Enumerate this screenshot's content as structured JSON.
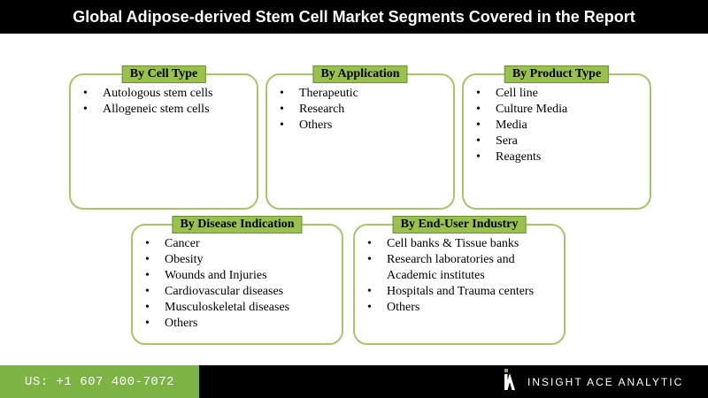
{
  "header": {
    "title": "Global Adipose-derived Stem Cell Market Segments Covered in the Report"
  },
  "segments": [
    {
      "title": "By Cell Type",
      "items": [
        "Autologous stem cells",
        "Allogeneic stem cells"
      ]
    },
    {
      "title": "By Application",
      "items": [
        "Therapeutic",
        "Research",
        "Others"
      ]
    },
    {
      "title": "By Product Type",
      "items": [
        "Cell line",
        "Culture Media",
        "Media",
        "Sera",
        "Reagents"
      ]
    },
    {
      "title": "By Disease Indication",
      "items": [
        "Cancer",
        "Obesity",
        "Wounds and Injuries",
        "Cardiovascular diseases",
        "Musculoskeletal diseases",
        "Others"
      ]
    },
    {
      "title": "By End-User Industry",
      "items": [
        "Cell banks & Tissue banks",
        "Research laboratories and Academic institutes",
        "Hospitals and Trauma centers",
        "Others"
      ]
    }
  ],
  "footer": {
    "phone": "US: +1 607 400-7072",
    "brand": "INSIGHT ACE ANALYTIC"
  },
  "colors": {
    "accent": "#99c24d",
    "border": "#a7c765",
    "footer_green": "#7cb342"
  },
  "icons": {
    "logo": "insight-ace-logo-icon"
  }
}
